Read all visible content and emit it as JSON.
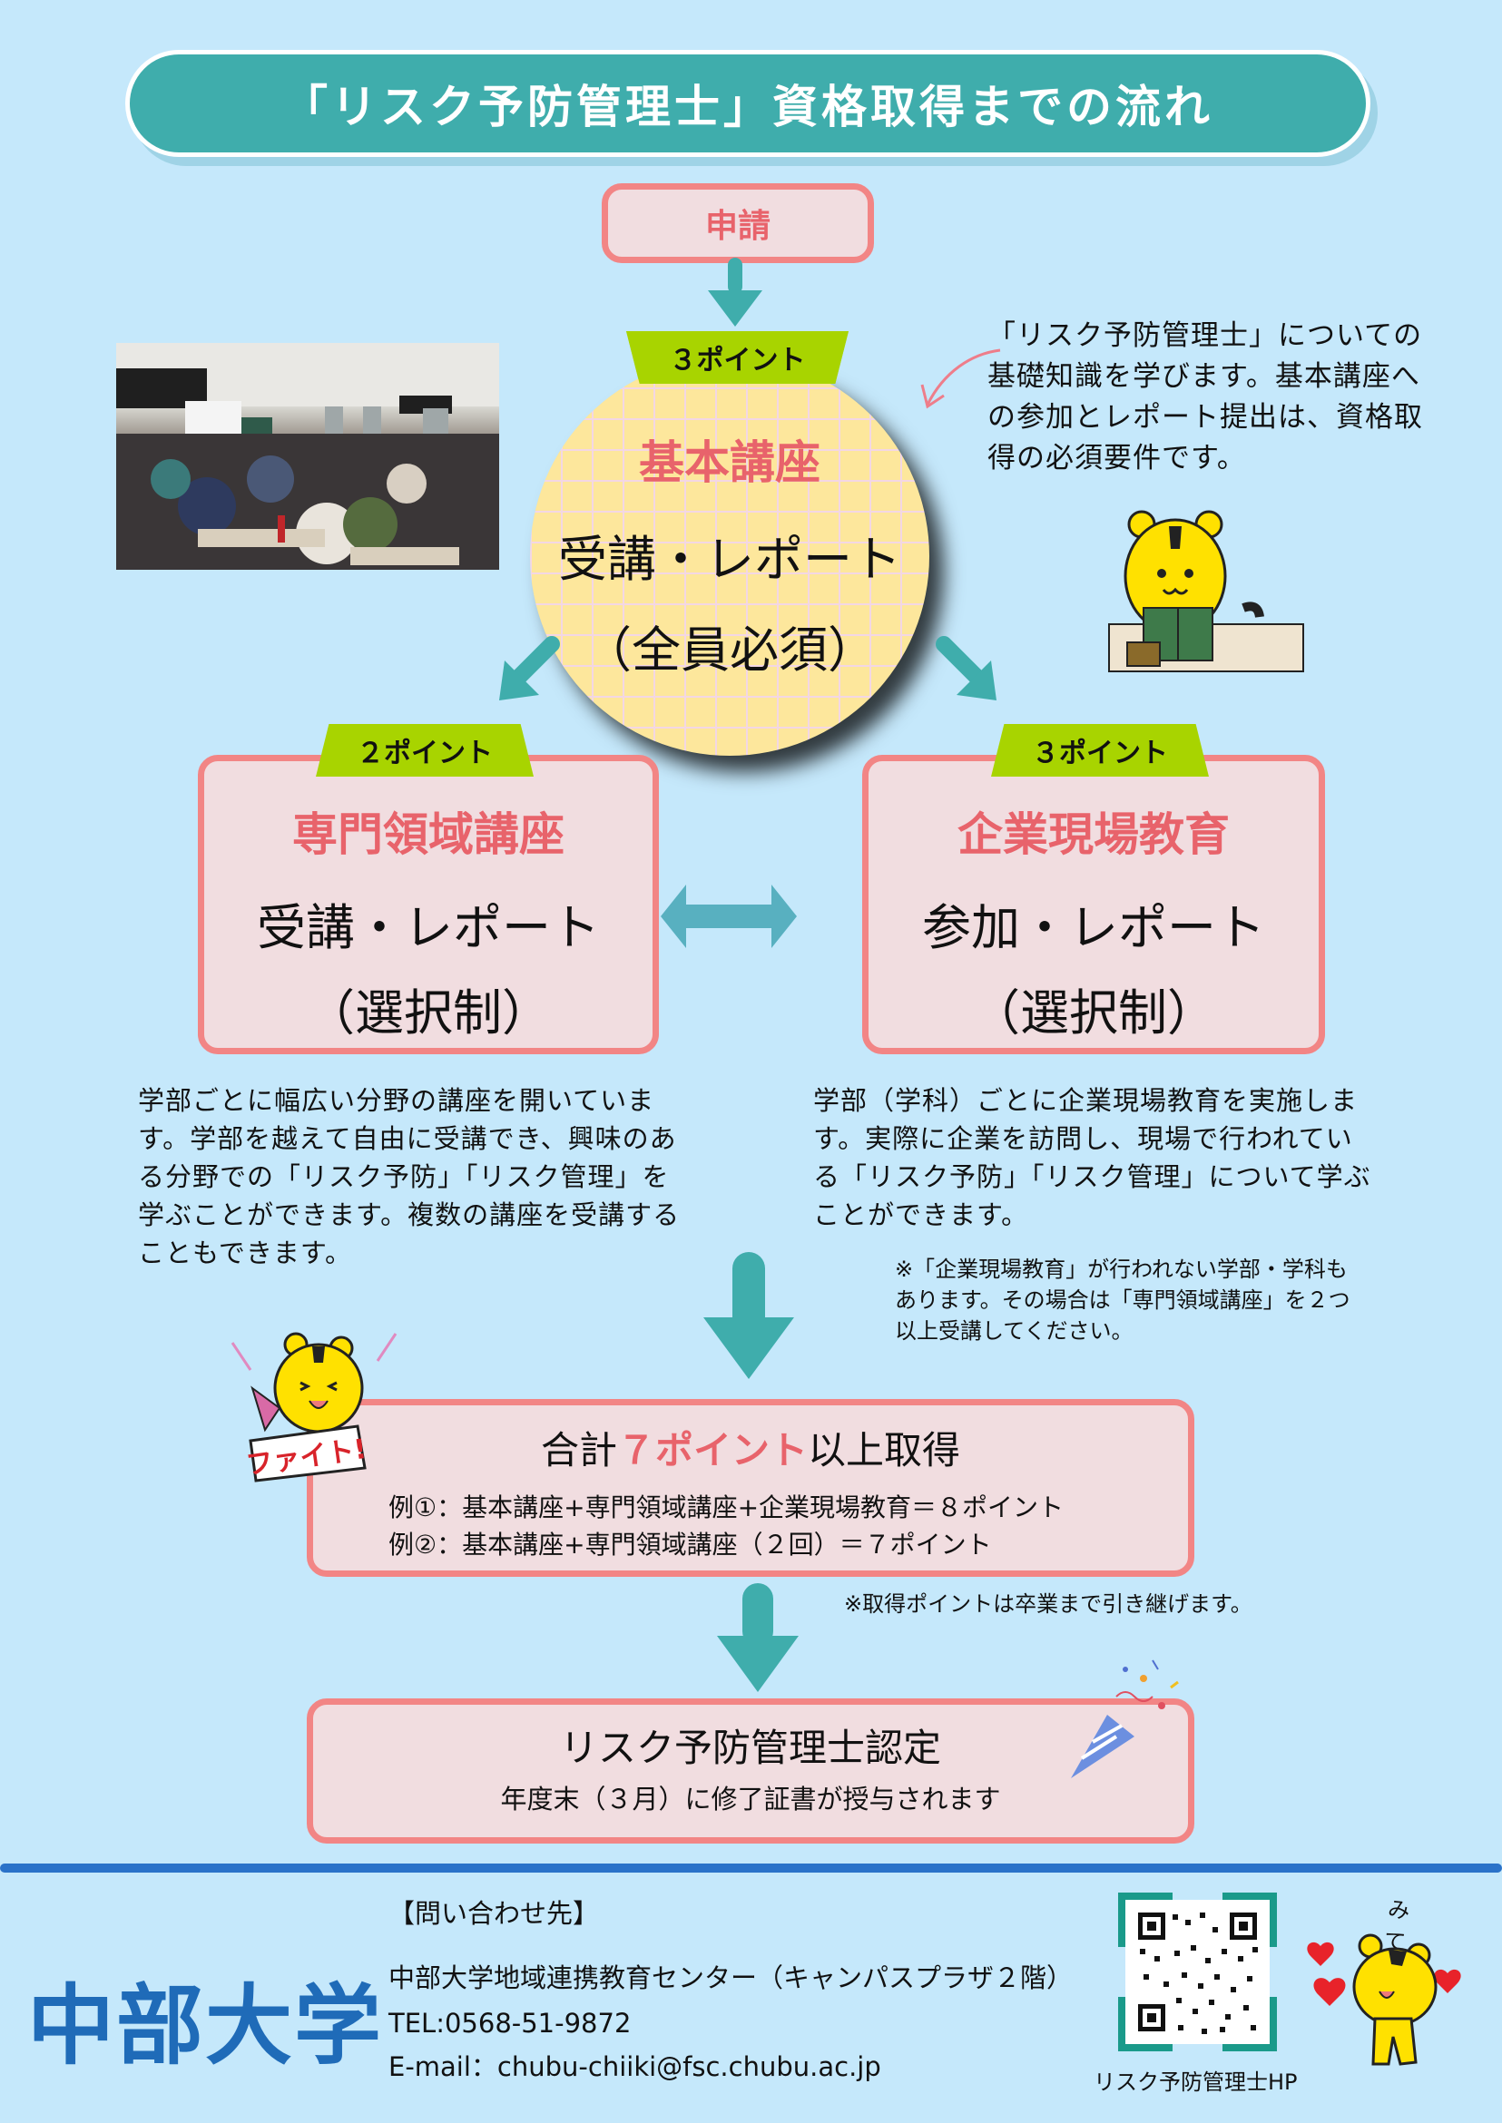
{
  "title": "「リスク予防管理士」資格取得までの流れ",
  "apply": {
    "label": "申請"
  },
  "basic": {
    "points": "３ポイント",
    "title": "基本講座",
    "line1": "受講・レポート",
    "line2": "（全員必須）",
    "description": [
      "「リスク予防管理士」についての",
      "基礎知識を学びます。基本講座へ",
      "の参加とレポート提出は、資格取",
      "得の必須要件です。"
    ]
  },
  "specialized": {
    "points": "２ポイント",
    "title": "専門領域講座",
    "line1": "受講・レポート",
    "line2": "（選択制）",
    "description": [
      "学部ごとに幅広い分野の講座を開いていま",
      "す。学部を越えて自由に受講でき、興味のあ",
      "る分野での「リスク予防」「リスク管理」を",
      "学ぶことができます。複数の講座を受講する",
      "こともできます。"
    ]
  },
  "onsite": {
    "points": "３ポイント",
    "title": "企業現場教育",
    "line1": "参加・レポート",
    "line2": "（選択制）",
    "description": [
      "学部（学科）ごとに企業現場教育を実施しま",
      "す。実際に企業を訪問し、現場で行われてい",
      "る「リスク予防」「リスク管理」について学ぶ",
      "ことができます。"
    ],
    "note": [
      "※「企業現場教育」が行われない学部・学科も",
      "あります。その場合は「専門領域講座」を２つ",
      "以上受講してください。"
    ]
  },
  "total": {
    "prefix": "合計",
    "highlight": "７ポイント",
    "suffix": "以上取得",
    "example1": "例①：基本講座+専門領域講座+企業現場教育＝８ポイント",
    "example2": "例②：基本講座+専門領域講座（２回）＝７ポイント",
    "note": "※取得ポイントは卒業まで引き継げます。",
    "mascot_banner": "ファイト!"
  },
  "certification": {
    "title": "リスク予防管理士認定",
    "subtitle": "年度末（３月）に修了証書が授与されます"
  },
  "footer": {
    "logo": "中部大学",
    "contact_heading": "【問い合わせ先】",
    "organization": "中部大学地域連携教育センター（キャンパスプラザ２階）",
    "tel": "TEL:0568-51-9872",
    "email": "E-mail：chubu-chiiki@fsc.chubu.ac.jp",
    "qr_label": "リスク予防管理士HP",
    "mascot_caption": "みてね"
  },
  "colors": {
    "background": "#c5e8fb",
    "teal": "#3fadac",
    "pink_border": "#f28585",
    "pink_fill": "#f1dde0",
    "accent_red": "#e8636b",
    "ribbon_green": "#a8d400",
    "circle_yellow": "#fde79c",
    "logo_blue": "#1f6bb8"
  }
}
